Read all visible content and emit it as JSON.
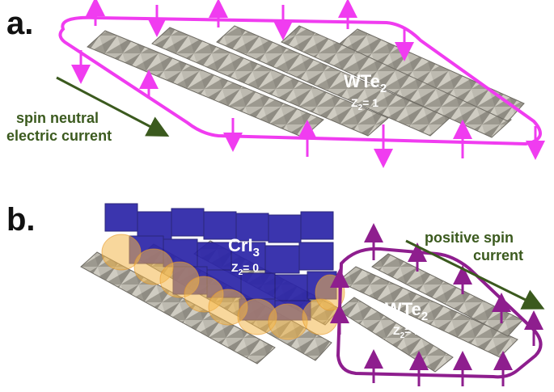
{
  "panel_a": {
    "label": "a.",
    "material": "WTe",
    "material_sub": "2",
    "z2_label": "Z",
    "z2_sub": "2",
    "z2_value": "= 1",
    "current_line1": "spin neutral",
    "current_line2": "electric current"
  },
  "panel_b": {
    "label": "b.",
    "magnet": "CrI",
    "magnet_sub": "3",
    "magnet_z2_label": "Z",
    "magnet_z2_sub": "2",
    "magnet_z2_value": "= 0",
    "material": "WTe",
    "material_sub": "2",
    "z2_label": "Z",
    "z2_sub": "2",
    "z2_value": "= 1",
    "current_line1": "positive spin",
    "current_line2": "current"
  },
  "colors": {
    "edge_loop_a": "#f03cf0",
    "edge_loop_b": "#8e1e8e",
    "wte2": "#a9a69c",
    "cri3": "#2b24a8",
    "proximity": "#f3b64a",
    "current_arrow": "#3b5a1e"
  }
}
